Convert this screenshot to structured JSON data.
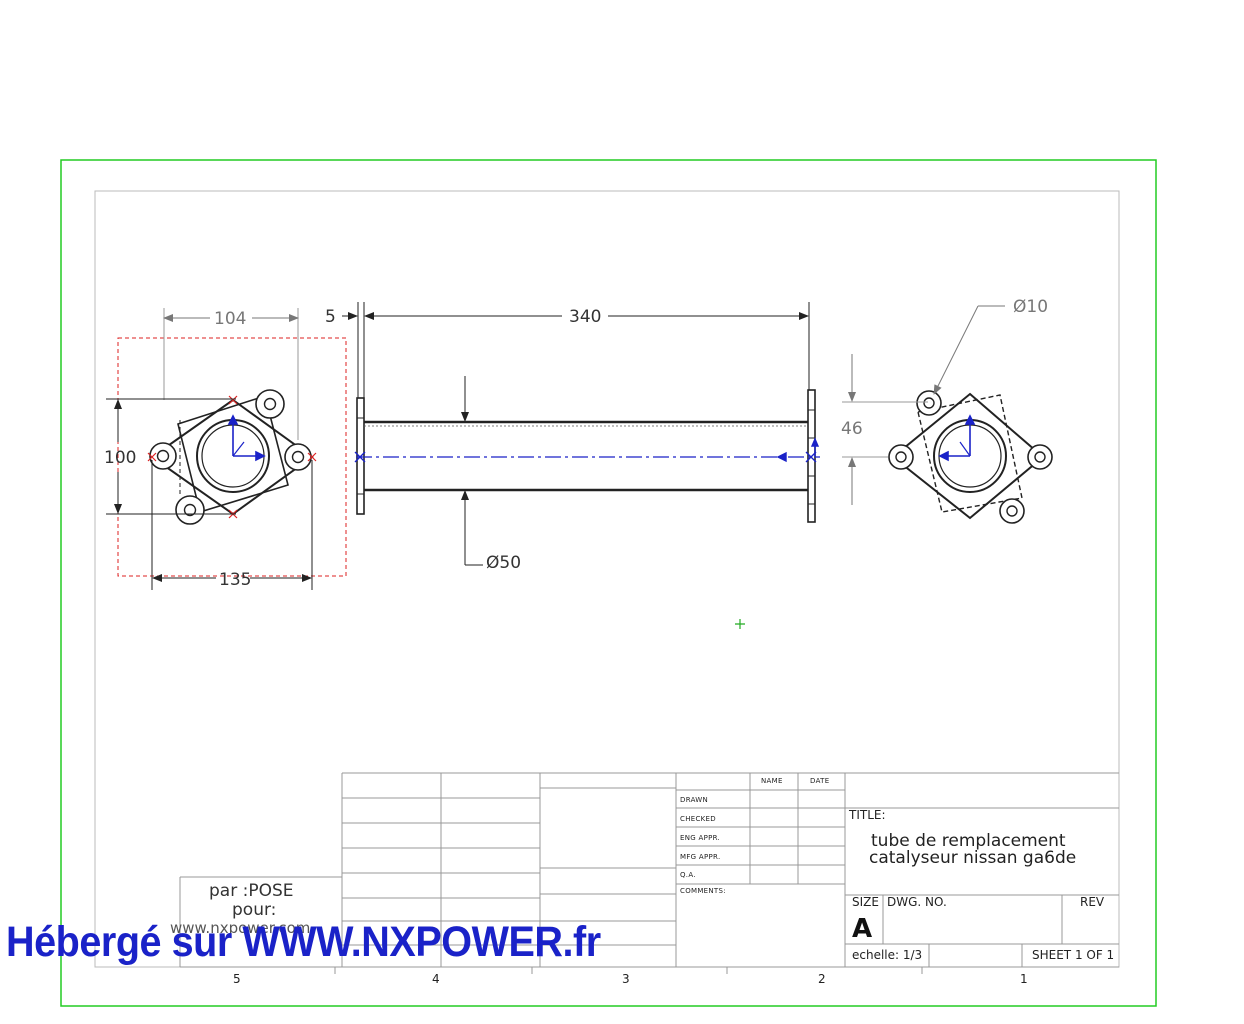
{
  "dimensions": {
    "d104": "104",
    "d100": "100",
    "d135": "135",
    "d5": "5",
    "d340": "340",
    "phi50": "Ø50",
    "phi10": "Ø10",
    "d46": "46"
  },
  "title_block": {
    "name_header": "NAME",
    "date_header": "DATE",
    "rows": [
      "DRAWN",
      "CHECKED",
      "ENG APPR.",
      "MFG APPR.",
      "Q.A.",
      "COMMENTS:"
    ],
    "title_label": "TITLE:",
    "title_line1": "tube de remplacement",
    "title_line2": "catalyseur nissan ga6de",
    "size_label": "SIZE",
    "size_value": "A",
    "dwg_label": "DWG.  NO.",
    "rev_label": "REV",
    "scale": "echelle: 1/3",
    "sheet": "SHEET 1  OF 1"
  },
  "author": {
    "line1": "par :POSE",
    "line2": "pour:",
    "line3": "www.nxpower.com"
  },
  "zones": [
    "5",
    "4",
    "3",
    "2",
    "1"
  ],
  "watermark": "Hébergé sur WWW.NXPOWER.fr",
  "colors": {
    "frame": "#22cc22",
    "axis": "#1a22c8",
    "sketch": "#dd2222",
    "watermark": "#1a22c8"
  }
}
